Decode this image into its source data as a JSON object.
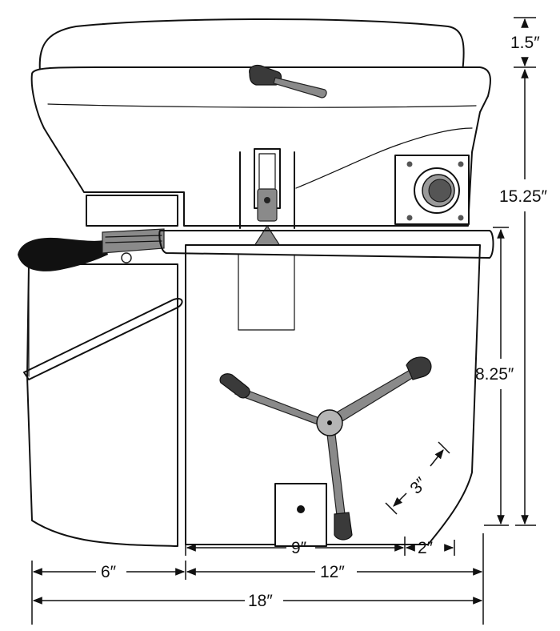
{
  "dimensions": {
    "lid_height": "1.5″",
    "total_height": "15.25″",
    "base_height": "8.25″",
    "crank_arm": "3″",
    "crank_offset": "9″",
    "rear_offset": "2″",
    "front_depth": "6″",
    "body_depth": "12″",
    "overall_depth": "18″"
  },
  "colors": {
    "ink": "#111111",
    "metal": "#8a8a8a",
    "handle": "#3a3a3a"
  }
}
